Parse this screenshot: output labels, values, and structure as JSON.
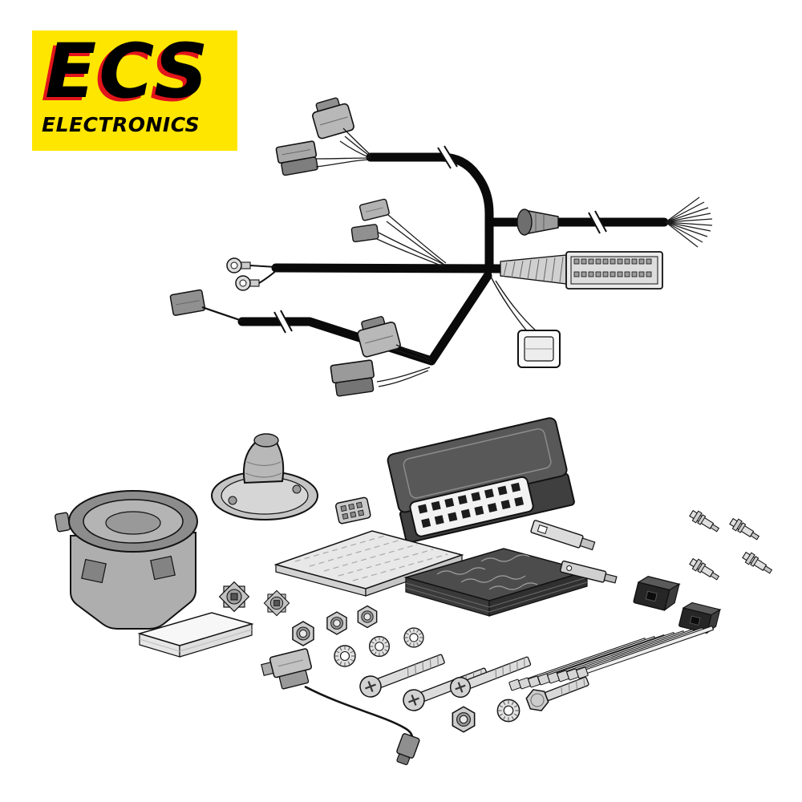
{
  "colors": {
    "logo-yellow": "#ffe600",
    "logo-red": "#e2151b",
    "ink": "#111111",
    "paper": "#ffffff"
  },
  "logo": {
    "brand": "ECS",
    "subtitle": "ELECTRONICS"
  },
  "illustration": {
    "components": [
      {
        "name": "main-wiring-harness",
        "qty": 1
      },
      {
        "name": "13-pin-towbar-socket",
        "qty": 1
      },
      {
        "name": "rubber-grommet",
        "qty": 1
      },
      {
        "name": "control-module",
        "qty": 1
      },
      {
        "name": "retaining-clip",
        "qty": 1
      },
      {
        "name": "gasket-sheets",
        "qty": 1
      },
      {
        "name": "foam-pads",
        "qty": 1
      },
      {
        "name": "adhesive-pad",
        "qty": 1
      },
      {
        "name": "speed-nut-clips",
        "qty": 2
      },
      {
        "name": "flat-terminals",
        "qty": 2
      },
      {
        "name": "crimp-terminals",
        "qty": 4
      },
      {
        "name": "connector-housings",
        "qty": 2
      },
      {
        "name": "cable-ties",
        "qty": 8
      },
      {
        "name": "hex-nuts",
        "qty": 4
      },
      {
        "name": "lock-washers",
        "qty": 4
      },
      {
        "name": "phillips-bolts",
        "qty": 3
      },
      {
        "name": "hex-bolt",
        "qty": 1
      },
      {
        "name": "fused-power-lead",
        "qty": 1
      }
    ]
  }
}
